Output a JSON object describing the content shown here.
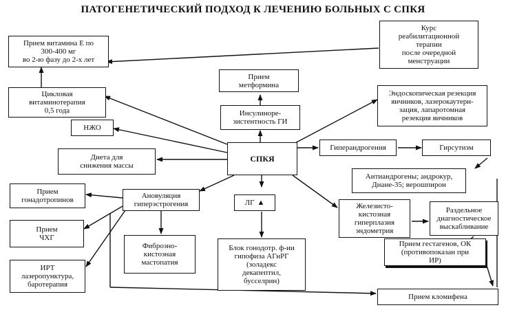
{
  "title": "ПАТОГЕНЕТИЧЕСКИЙ ПОДХОД К ЛЕЧЕНИЮ БОЛЬНЫХ С СПКЯ",
  "nodes": {
    "vitamin_e": "Прием витамина Е по\n300-400 мг\nво 2-ю фазу до 2-х лет",
    "rehab": "Курс\nреабилитационной\nтерапии\nпосле очередной\nменструации",
    "metformin": "Прием\nметформина",
    "cyclic_vitamin": "Цикловая\nвитаминотерапия\n0,5 года",
    "endoscopic": "Эндоскопическая резекция\nяичников, лазерокаутери-\nзация, лапаротомная\nрезекция яичников",
    "insulin_res": "Инсулиноре-\nзистентность ГИ",
    "nzho": "НЖО",
    "diet": "Диета для\nснижения массы",
    "pcos": "СПКЯ",
    "hyperandrogenism": "Гиперандрогения",
    "hirsutism": "Гирсутизм",
    "antiandrogens": "Антиандрогены; андрокур,\nДиане-35; верошпирон",
    "gonadotropins": "Прием\nгонадотропинов",
    "anovulation": "Ановуляция\nгиперэстрогения",
    "lg": "ЛГ",
    "hyperplasia": "Железисто-\nкистозная\nгиперплазия\nэндометрия",
    "curettage": "Раздельное\nдиагностическое\nвыскабливание",
    "hcg": "Прием\nЧХГ",
    "mastopathy": "Фиброзно-\nкистозная\nмастопатия",
    "gnrh_block": "Блок гонодотр. ф-ии\nгипофиза АГнРГ\n(золадекс\nдекапептил,\nбусселрин)",
    "gestagens": "Прием гестагенов, ОК\n(противопоказан при\nИР)",
    "irt": "ИРТ\nлазеропунктура,\nбаротерапия",
    "clomiphene": "Прием кломифена"
  }
}
